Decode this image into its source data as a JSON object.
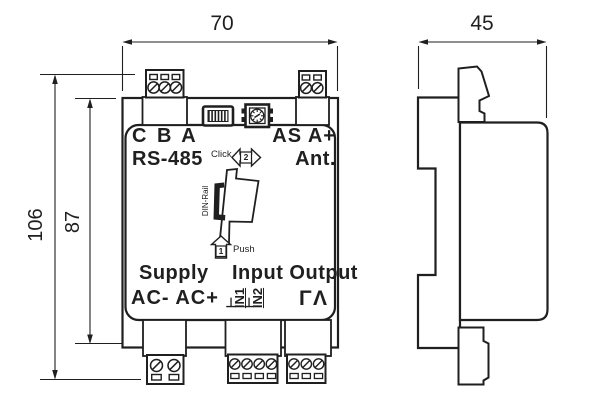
{
  "drawing": {
    "colors": {
      "line": "#1f1f1f",
      "background": "#ffffff"
    },
    "dimensions": {
      "front_width_mm": "70",
      "side_depth_mm": "45",
      "total_height_mm": "106",
      "body_height_mm": "87"
    },
    "front_view": {
      "rs485_terminals": "C B A",
      "rs485_port": "RS-485",
      "antenna_terminals": "AS A+",
      "antenna_port": "Ant.",
      "supply_title": "Supply",
      "supply_terminals": "AC- AC+",
      "io_title": "Input Output",
      "input1": "IN1",
      "input2": "IN2",
      "input1_ground": "⊥",
      "input2_ground": "⊥",
      "output_contact_1": "Γ",
      "output_contact_2": "Λ",
      "click_action": "Click",
      "push_action": "Push",
      "din_rail": "DIN-Rail",
      "step_push": "1",
      "step_click": "2"
    }
  }
}
